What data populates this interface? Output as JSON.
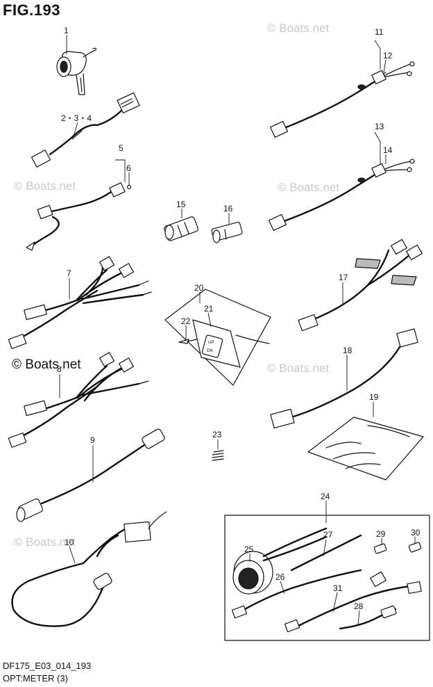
{
  "figure": {
    "title": "FIG.193",
    "code": "DF175_E03_014_193",
    "name": "OPT:METER (3)"
  },
  "watermark": {
    "light_text": "© Boats.net",
    "dark_text": "© Boats.net"
  },
  "callouts": {
    "c1": "1",
    "c234": "2・3・4",
    "c5": "5",
    "c6": "6",
    "c7": "7",
    "c8": "8",
    "c9": "9",
    "c10": "10",
    "c11": "11",
    "c12": "12",
    "c13": "13",
    "c14": "14",
    "c15": "15",
    "c16": "16",
    "c17": "17",
    "c18": "18",
    "c19": "19",
    "c20": "20",
    "c21": "21",
    "c22": "22",
    "c23": "23",
    "c24": "24",
    "c25": "25",
    "c26": "26",
    "c27": "27",
    "c28": "28",
    "c29": "29",
    "c30": "30",
    "c31": "31"
  },
  "switch_labels": {
    "up": "UP",
    "dn": "DN"
  }
}
